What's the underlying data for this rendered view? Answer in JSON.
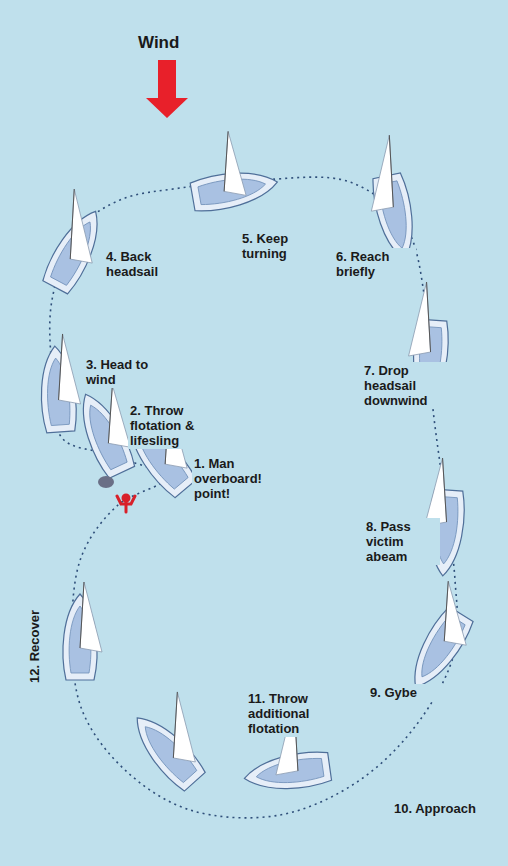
{
  "diagram": {
    "labels": [
      "Wind",
      "1. Man overboard! point!",
      "2. Throw flotation & lifesling",
      "3. Head to wind",
      "4. Back headsail",
      "5. Keep turning",
      "6. Reach briefly",
      "7. Drop headsail downwind",
      "8. Pass victim abeam",
      "9. Gybe",
      "10. Approach",
      "11. Throw additional flotation",
      "12. Recover"
    ]
  }
}
